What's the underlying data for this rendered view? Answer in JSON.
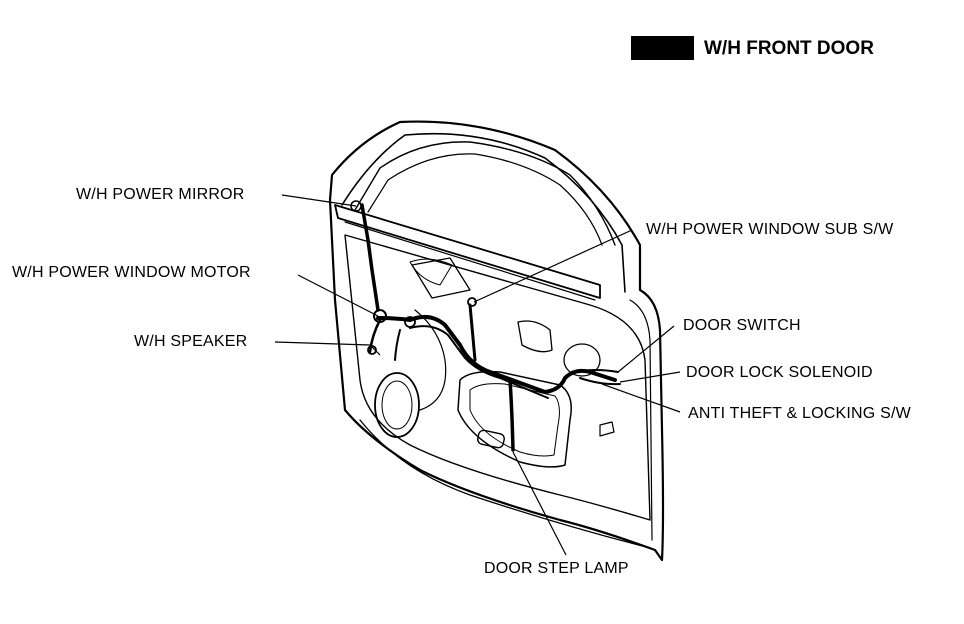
{
  "title": "W/H FRONT DOOR",
  "labels": {
    "power_mirror": "W/H POWER MIRROR",
    "power_window_motor": "W/H POWER WINDOW MOTOR",
    "speaker": "W/H SPEAKER",
    "power_window_sub_sw": "W/H POWER WINDOW SUB S/W",
    "door_switch": "DOOR SWITCH",
    "door_lock_solenoid": "DOOR LOCK SOLENOID",
    "anti_theft_locking_sw": "ANTI THEFT & LOCKING S/W",
    "door_step_lamp": "DOOR STEP LAMP"
  }
}
